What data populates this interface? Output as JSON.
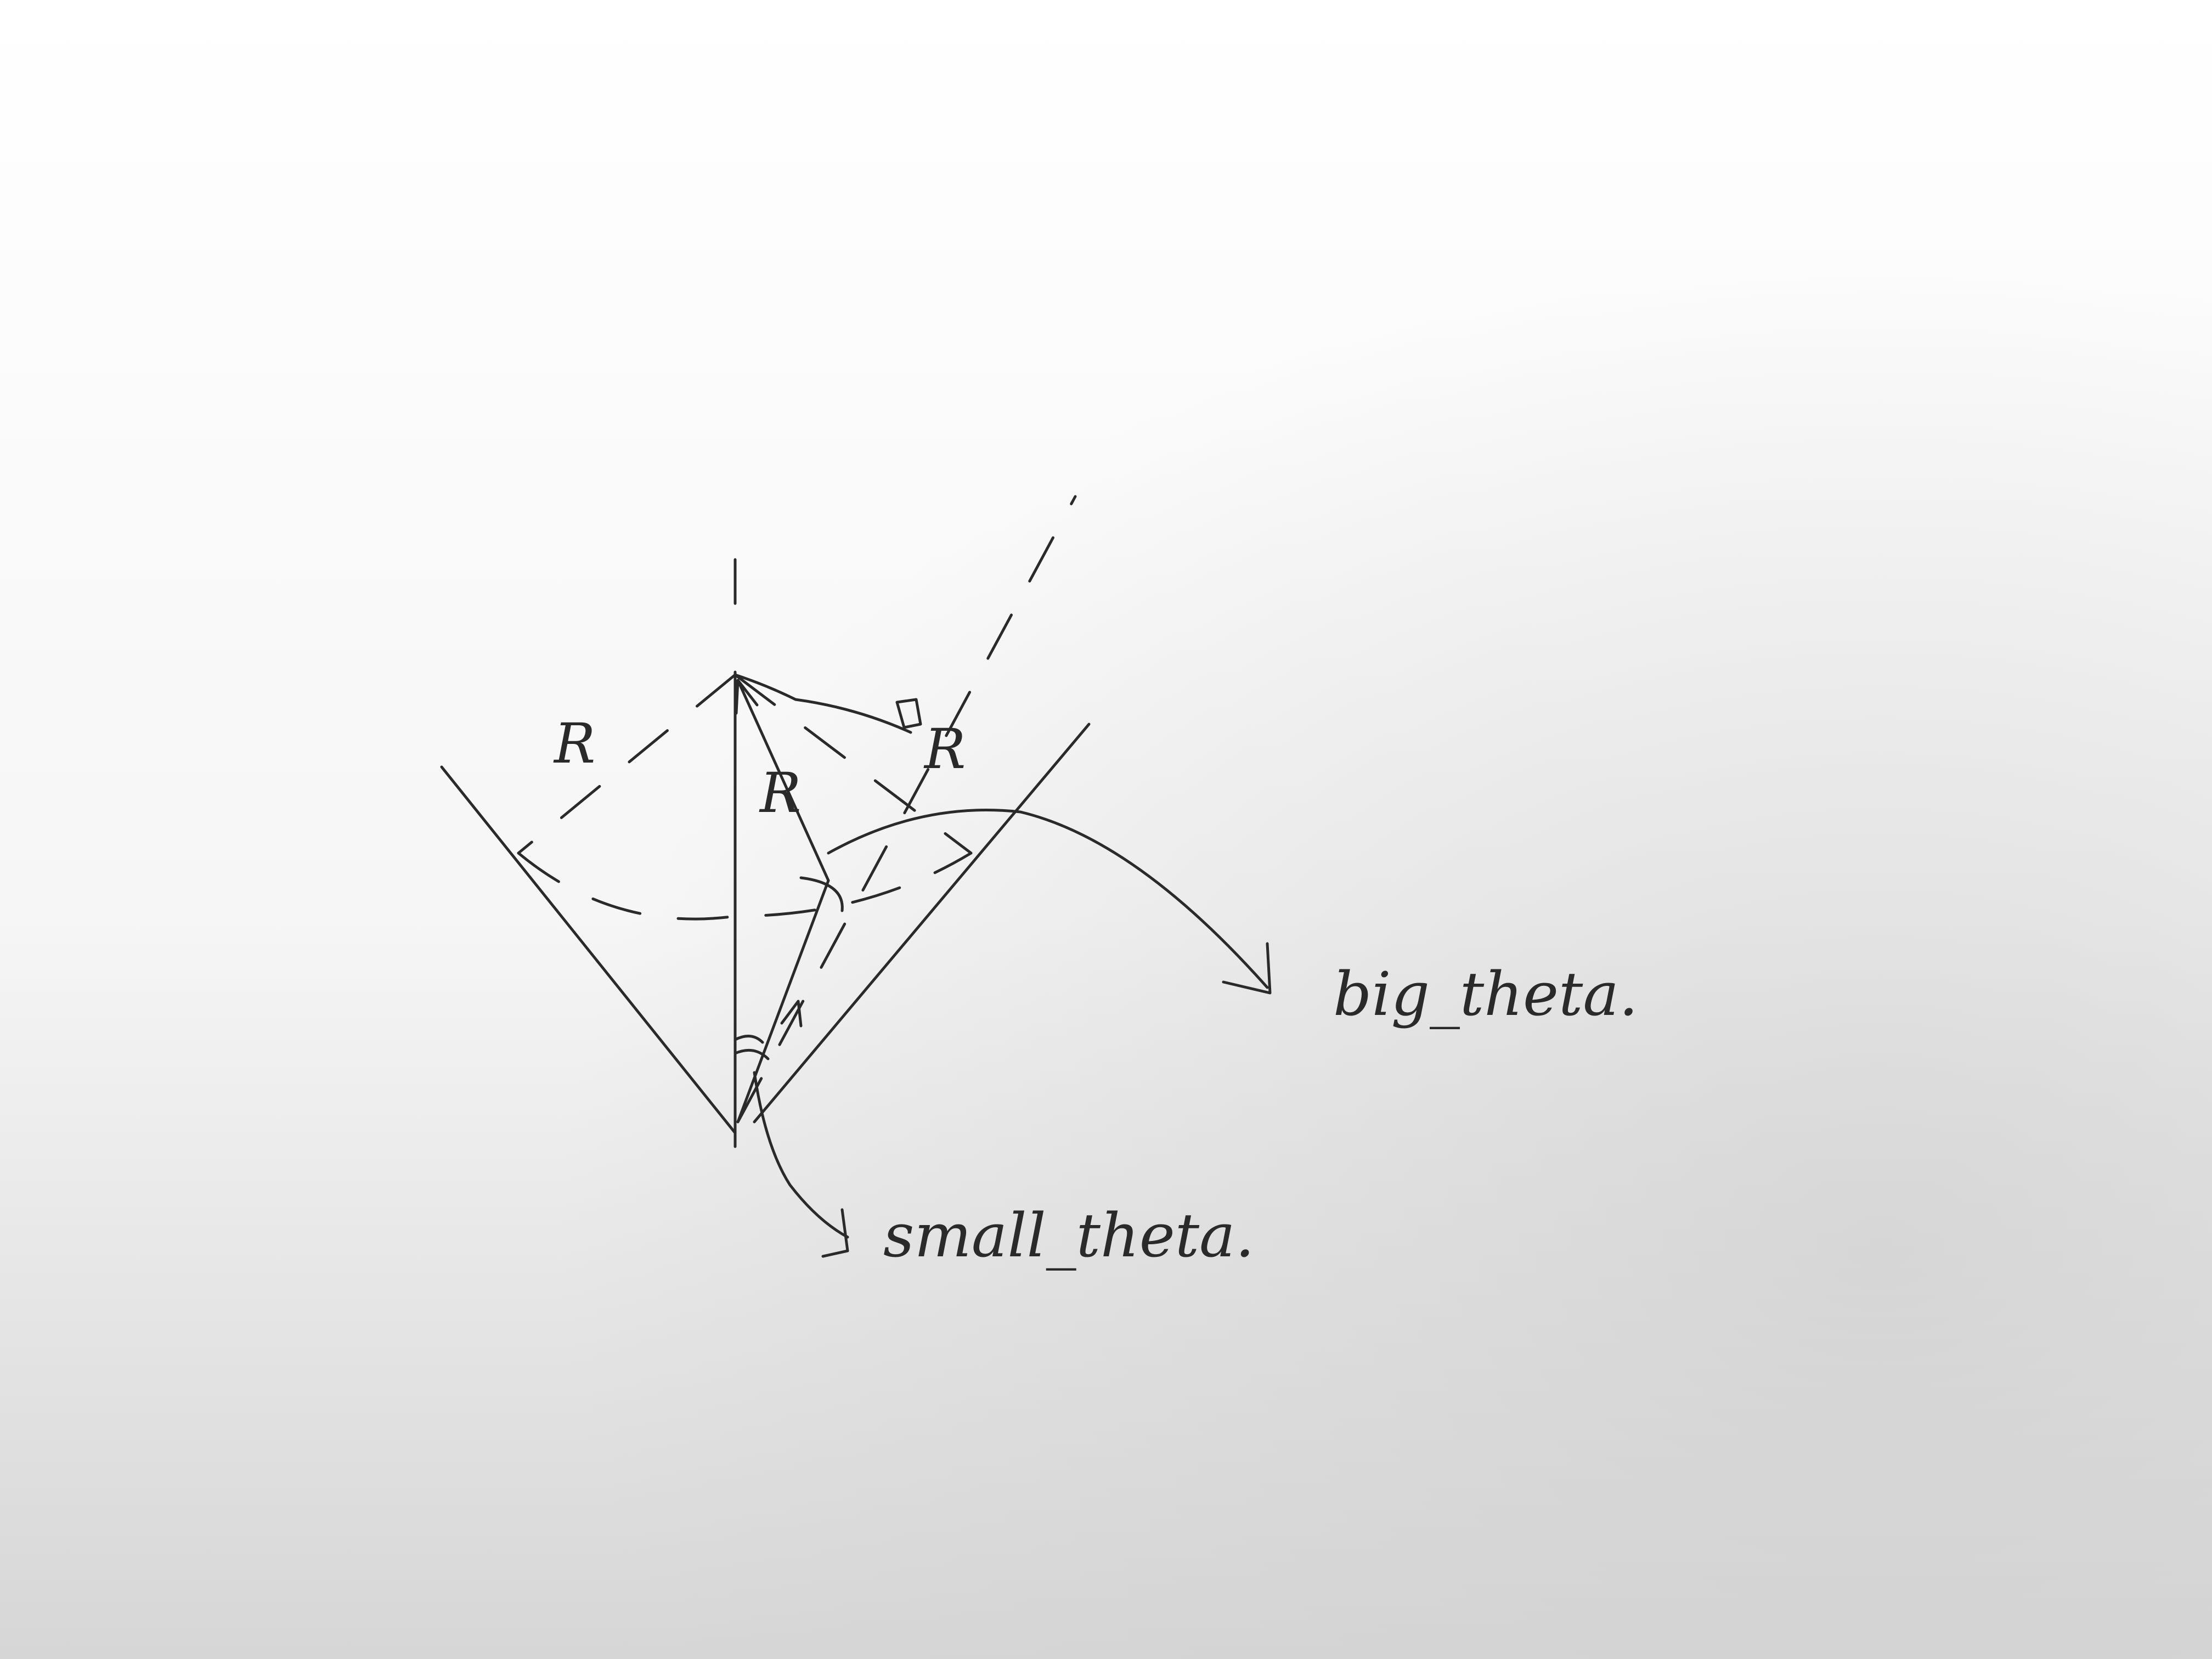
{
  "labels": {
    "radius_left": "R",
    "radius_middle": "R",
    "radius_right": "R",
    "big_theta": "big_theta.",
    "small_theta": "small_theta."
  },
  "colors": {
    "paper": "#f4f4f4",
    "paper_shadow": "#cfcfcf",
    "ink": "#2a2a2a"
  }
}
